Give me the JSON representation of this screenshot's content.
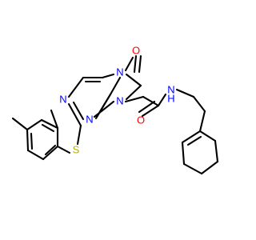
{
  "molecule": {
    "atoms": {
      "n1": {
        "text": "N",
        "color": "#0000ff"
      },
      "n2": {
        "text": "N",
        "color": "#0000ff"
      },
      "n3": {
        "text": "N",
        "color": "#0000ff"
      },
      "n4": {
        "text": "N",
        "color": "#0000ff"
      },
      "o_ring": {
        "text": "O",
        "color": "#ff0000"
      },
      "o_amide": {
        "text": "O",
        "color": "#ff0000"
      },
      "s": {
        "text": "S",
        "color": "#b2b200"
      },
      "nh_n": {
        "text": "N",
        "color": "#0000ff"
      },
      "nh_h": {
        "text": "H",
        "color": "#0000ff"
      }
    }
  }
}
